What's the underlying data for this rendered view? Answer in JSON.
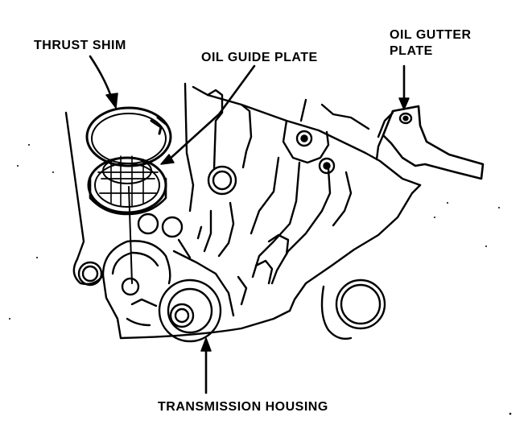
{
  "labels": {
    "thrust_shim": "THRUST SHIM",
    "oil_guide_plate": "OIL GUIDE PLATE",
    "oil_gutter_plate_line1": "OIL GUTTER",
    "oil_gutter_plate_line2": "PLATE",
    "transmission_housing": "TRANSMISSION HOUSING"
  },
  "colors": {
    "ink": "#000000",
    "paper": "#ffffff"
  }
}
